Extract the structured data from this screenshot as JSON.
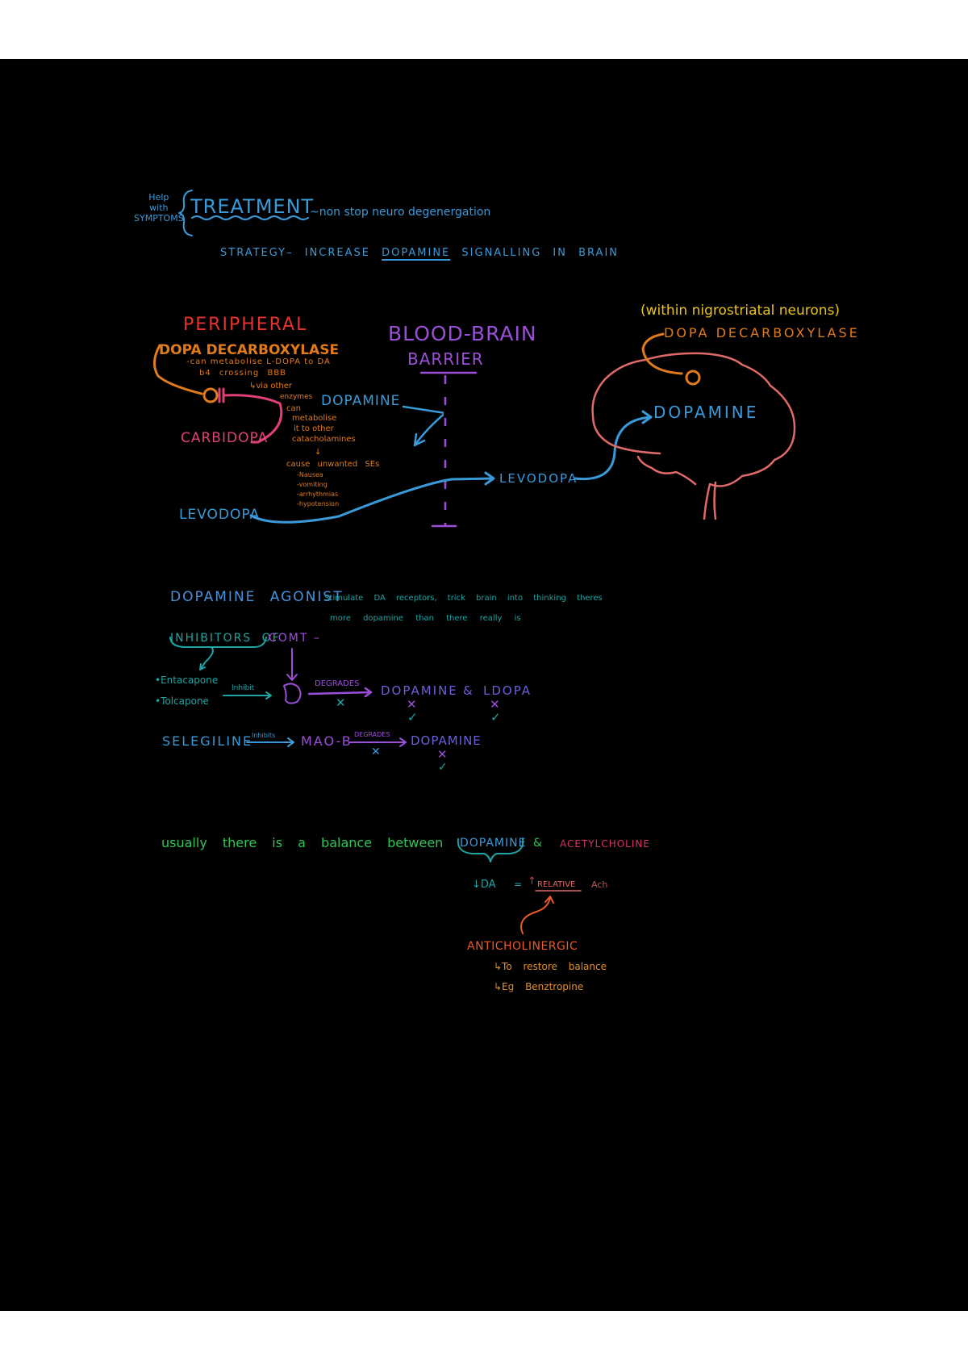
{
  "colors": {
    "background": "#000000",
    "blue": "#3a9ad9",
    "red": "#e8322e",
    "orange": "#e07b1c",
    "pink": "#e0407a",
    "purple": "#9b4fd8",
    "teal": "#1fa3a3",
    "green": "#2ec45a",
    "yellow": "#e8c21a",
    "brain": "#e06a6a"
  },
  "header": {
    "side_note": [
      "Help",
      "with",
      "SYMPTOMS"
    ],
    "title": "TREATMENT",
    "title_note": "~non stop neuro degenergation",
    "strategy_prefix": "STRATEGY– INCREASE",
    "strategy_key": "DOPAMINE",
    "strategy_suffix": "SIGNALLING IN BRAIN"
  },
  "diagram": {
    "peripheral": "PERIPHERAL",
    "dopa_decarboxylase": "DOPA DECARBOXYLASE",
    "ddc_note": [
      "-can metabolise L-DOPA to DA",
      "b4 crossing BBB"
    ],
    "enzyme_note": [
      "↳via other",
      "enzymes",
      "can",
      "metabolise",
      "it to other",
      "catacholamines",
      "↓",
      "cause unwanted SEs",
      "-Nausea",
      "-vomiting",
      "-arrhythmias",
      "-hypotension"
    ],
    "carbidopa": "CARBIDOPA",
    "dopamine_peripheral": "DOPAMINE",
    "bbb_line1": "BLOOD-BRAIN",
    "bbb_line2": "BARRIER",
    "levodopa_left": "LEVODOPA",
    "levodopa_right": "LEVODOPA",
    "brain_note": "(within nigrostriatal neurons)",
    "brain_ddc": "DOPA DECARBOXYLASE",
    "brain_dopamine": "DOPAMINE"
  },
  "agonist": {
    "title": "DOPAMINE AGONIST",
    "desc_line1": "– Stimulate DA receptors, trick brain into thinking theres",
    "desc_line2": "more dopamine than there really is"
  },
  "comt": {
    "inhibitors_of": "INHIBITORS OF",
    "comt": "COMT –",
    "drugs": [
      "•Entacapone",
      "•Tolcapone"
    ],
    "inhibit": "Inhibit",
    "degrades": "DEGRADES",
    "target1": "DOPAMINE",
    "amp": "&",
    "target2": "LDOPA",
    "cross": "✕",
    "check": "✓"
  },
  "maob": {
    "drug": "SELEGILINE",
    "inhibits": "Inhibits",
    "enzyme": "MAO-B",
    "degrades": "DEGRADES",
    "target": "DOPAMINE"
  },
  "balance": {
    "sentence": "usually there is a balance between",
    "dopamine": "DOPAMINE",
    "amp": "&",
    "ach": "ACETYLCHOLINE",
    "da": "↓DA",
    "equals": "=",
    "up": "↑",
    "relative": "RELATIVE",
    "ach_short": "Ach",
    "anticholinergic": "ANTICHOLINERGIC",
    "points": [
      "↳To restore balance",
      "↳Eg Benztropine"
    ]
  }
}
